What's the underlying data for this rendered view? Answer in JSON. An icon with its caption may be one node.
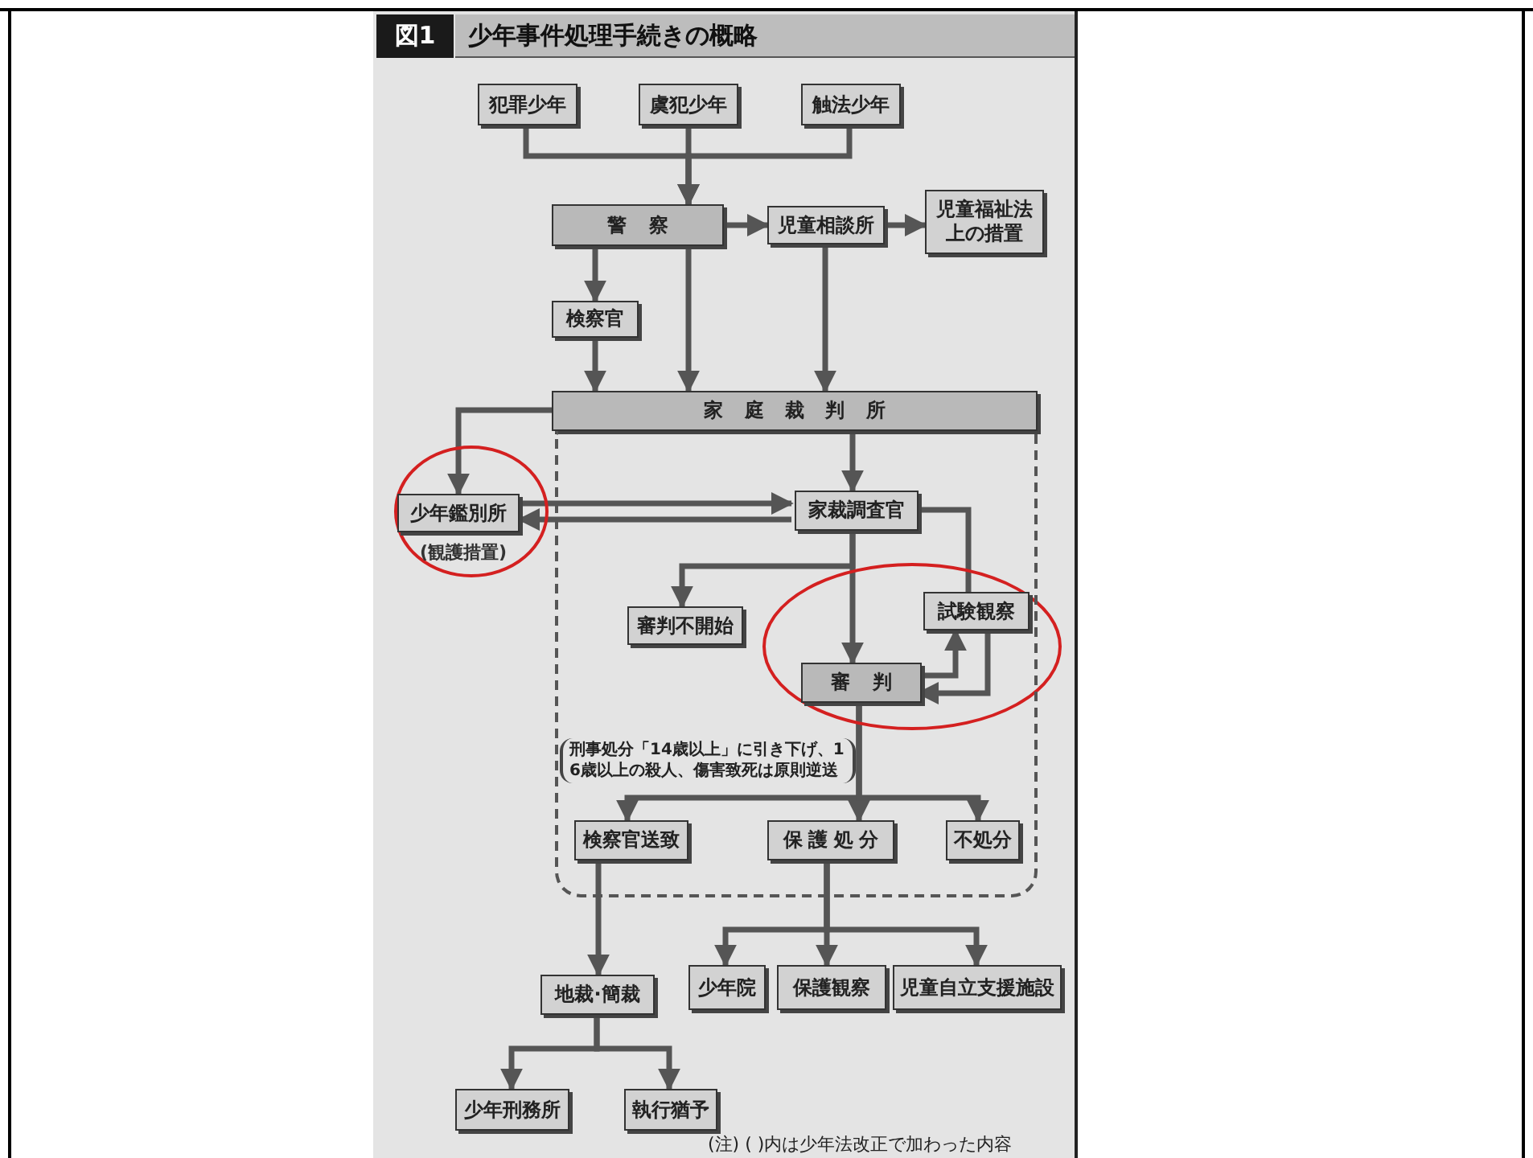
{
  "diagram": {
    "title": "少年事件処理手続きの概略",
    "nodes": [
      {
        "text": [
          "犯罪少年"
        ]
      },
      {
        "text": [
          "虞犯少年"
        ]
      },
      {
        "text": [
          "触法少年"
        ]
      },
      {
        "text": [
          "警察"
        ]
      },
      {
        "text": [
          "児童相談所"
        ]
      },
      {
        "text": [
          "児童福祉法上の措置"
        ]
      },
      {
        "text": [
          "検察官"
        ]
      },
      {
        "text": [
          "家庭裁判所"
        ]
      },
      {
        "text": [],
        "shape": "box"
      },
      {
        "text": [
          "少年鑑別所"
        ],
        "beside": [
          "(観護措置)"
        ]
      },
      {
        "text": [
          "家裁調査官"
        ],
        "in": 8
      },
      {
        "text": [
          "審判不開始"
        ],
        "in": 8
      },
      {
        "text": [
          "試験観察"
        ],
        "in": 8
      },
      {
        "text": [
          "審判"
        ],
        "in": 8
      },
      {
        "text": [
          "検察官送致"
        ],
        "in": 8
      },
      {
        "text": [
          "保護処分"
        ],
        "in": 8
      },
      {
        "text": [
          "不処分"
        ],
        "in": 8
      },
      {
        "text": [
          "地裁·簡裁"
        ]
      },
      {
        "text": [
          "少年院"
        ]
      },
      {
        "text": [
          "保護観察"
        ]
      },
      {
        "text": [
          "児童自立支援施設"
        ]
      },
      {
        "text": [
          "少年刑務所"
        ]
      },
      {
        "text": [
          "執行猶予"
        ]
      }
    ],
    "edges": [
      {
        "from": 0,
        "to": 3,
        "arrow": "to"
      },
      {
        "from": 1,
        "to": 3,
        "arrow": "to"
      },
      {
        "from": 2,
        "to": 3,
        "arrow": "to"
      },
      {
        "from": 3,
        "to": 4,
        "arrow": "to"
      },
      {
        "from": 4,
        "to": 5,
        "arrow": "to"
      },
      {
        "from": 3,
        "to": 6,
        "arrow": "to"
      },
      {
        "from": 3,
        "to": 7,
        "arrow": "to"
      },
      {
        "from": 6,
        "to": 7,
        "arrow": "to"
      },
      {
        "from": 4,
        "to": 7,
        "arrow": "to"
      },
      {
        "from": 7,
        "to": 9,
        "arrow": "to"
      },
      {
        "from": 9,
        "to": 10,
        "arrow": "to"
      },
      {
        "from": 10,
        "to": 9,
        "arrow": "to"
      },
      {
        "from": 7,
        "to": 10,
        "arrow": "to"
      },
      {
        "from": 10,
        "to": 11,
        "arrow": "to"
      },
      {
        "from": 10,
        "to": 13,
        "arrow": "to"
      },
      {
        "from": 10,
        "to": 12,
        "arrow": "none"
      },
      {
        "from": 13,
        "to": 12,
        "arrow": "to"
      },
      {
        "from": 12,
        "to": 13,
        "arrow": "to"
      },
      {
        "from": 13,
        "to": 14,
        "arrow": "to"
      },
      {
        "from": 13,
        "to": 15,
        "arrow": "to"
      },
      {
        "from": 13,
        "to": 16,
        "arrow": "to"
      },
      {
        "from": 14,
        "to": 17,
        "arrow": "to"
      },
      {
        "from": 15,
        "to": 18,
        "arrow": "to"
      },
      {
        "from": 15,
        "to": 19,
        "arrow": "to"
      },
      {
        "from": 15,
        "to": 20,
        "arrow": "to"
      },
      {
        "from": 17,
        "to": 21,
        "arrow": "to"
      },
      {
        "from": 17,
        "to": 22,
        "arrow": "to"
      }
    ],
    "labels": [
      "図1",
      "刑事処分「14歳以上」に引き下げ、16歳以上の殺人、傷害致死は原則逆送"
    ],
    "caption": "(注) ( )内は少年法改正で加わった内容"
  }
}
